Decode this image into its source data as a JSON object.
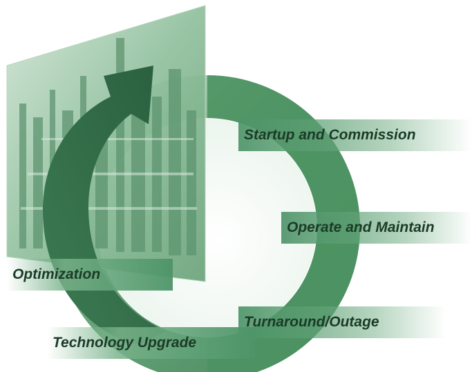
{
  "stages": [
    {
      "label": "Startup and Commission"
    },
    {
      "label": "Operate and Maintain"
    },
    {
      "label": "Optimization"
    },
    {
      "label": "Turnaround/Outage"
    },
    {
      "label": "Technology Upgrade"
    }
  ],
  "colors": {
    "arrow_dark": "#2f6a46",
    "ring_green": "#4f9464",
    "panel_green": "#79b08a",
    "label_text": "#1b3b27"
  },
  "icons": {
    "arrow": "curved-arrow-icon",
    "ring": "lifecycle-ring",
    "panel": "refinery-photo-panel"
  }
}
